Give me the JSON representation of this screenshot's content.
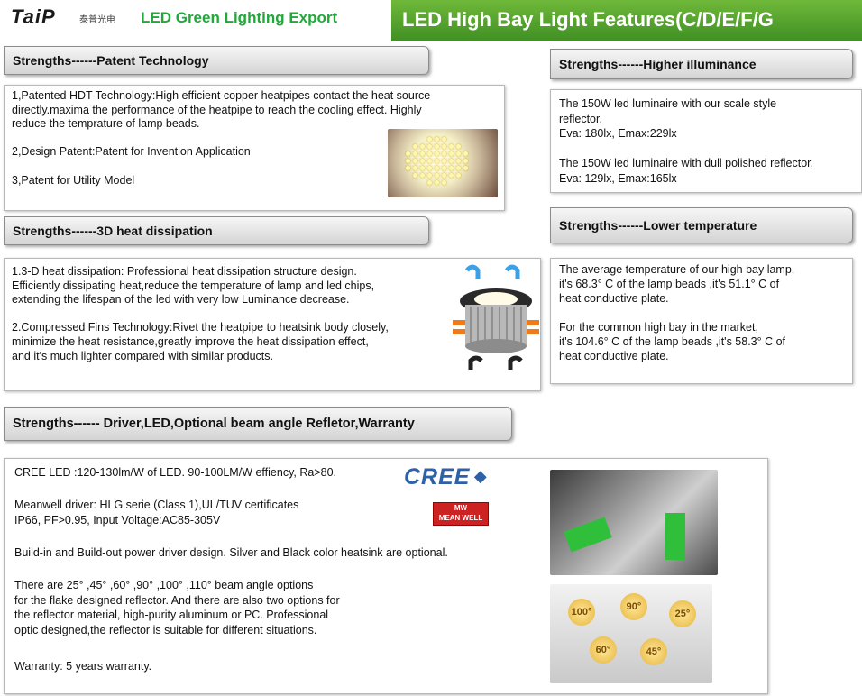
{
  "header": {
    "logo": "TaiP",
    "logo_cn": "泰普光电",
    "tagline": "LED  Green Lighting Export",
    "banner_title": "LED High Bay Light Features(C/D/E/F/G"
  },
  "patent": {
    "heading": "Strengths------Patent Technology",
    "text": "1,Patented HDT Technology:High  efficient copper heatpipes contact the heat source\ndirectly.maxima the performance  of the heatpipe to reach  the cooling effect.  Highly\nreduce the temprature of lamp beads.\n\n2,Design Patent:Patent  for Invention Application\n\n3,Patent for Utility Model"
  },
  "illuminance": {
    "heading": "Strengths------Higher illuminance",
    "text": "The 150W  led luminaire with our scale  style\nreflector,\nEva:  180lx,    Emax:229lx\n\nThe 150W  led luminaire with dull polished reflector,\nEva:  129lx,   Emax:165lx"
  },
  "heat": {
    "heading": "Strengths------3D heat dissipation",
    "text": "1.3-D heat dissipation:  Professional  heat dissipation structure  design.\nEfficiently dissipating  heat,reduce  the  temperature  of  lamp and led chips,\nextending the lifespan of the led with very low Luminance decrease.\n\n2.Compressed Fins Technology:Rivet  the heatpipe to heatsink body closely,\nminimize the heat resistance,greatly   improve the heat dissipation effect,\nand it's much lighter compared with similar products."
  },
  "temperature": {
    "heading": "Strengths------Lower temperature",
    "text": "The average  temperature of our high bay lamp,\nit's 68.3° C  of the lamp beads ,it's 51.1° C of\nheat conductive plate.\n\nFor the common high bay in the market,\nit's 104.6° C  of the lamp beads ,it's 58.3° C of\nheat conductive plate."
  },
  "driver": {
    "heading": "Strengths------ Driver,LED,Optional beam angle Refletor,Warranty",
    "p1": "CREE  LED :120-130lm/W of LED. 90-100LM/W  effiency, Ra>80.",
    "p2": "Meanwell driver: HLG serie (Class 1),UL/TUV certificates\nIP66, PF>0.95,  Input Voltage:AC85-305V",
    "p3": "Build-in and Build-out  power driver design. Silver and Black color  heatsink  are optional.",
    "p4": "There are 25° ,45° ,60° ,90° ,100° ,110°  beam angle options\nfor the flake designed reflector. And there are also two options for\nthe reflector material, high-purity aluminum or PC.  Professional\noptic designed,the reflector is suitable for different situations.",
    "p5": "Warranty: 5 years warranty."
  },
  "logos": {
    "cree": "CREE",
    "meanwell_1": "MW",
    "meanwell_2": "MEAN WELL"
  },
  "beam_badges": [
    "100°",
    "90°",
    "25°",
    "60°",
    "45°"
  ],
  "colors": {
    "banner_green": "#4f9e2c",
    "tagline_green": "#22a83a",
    "cree_blue": "#2e62a8",
    "meanwell_red": "#cc2222"
  }
}
